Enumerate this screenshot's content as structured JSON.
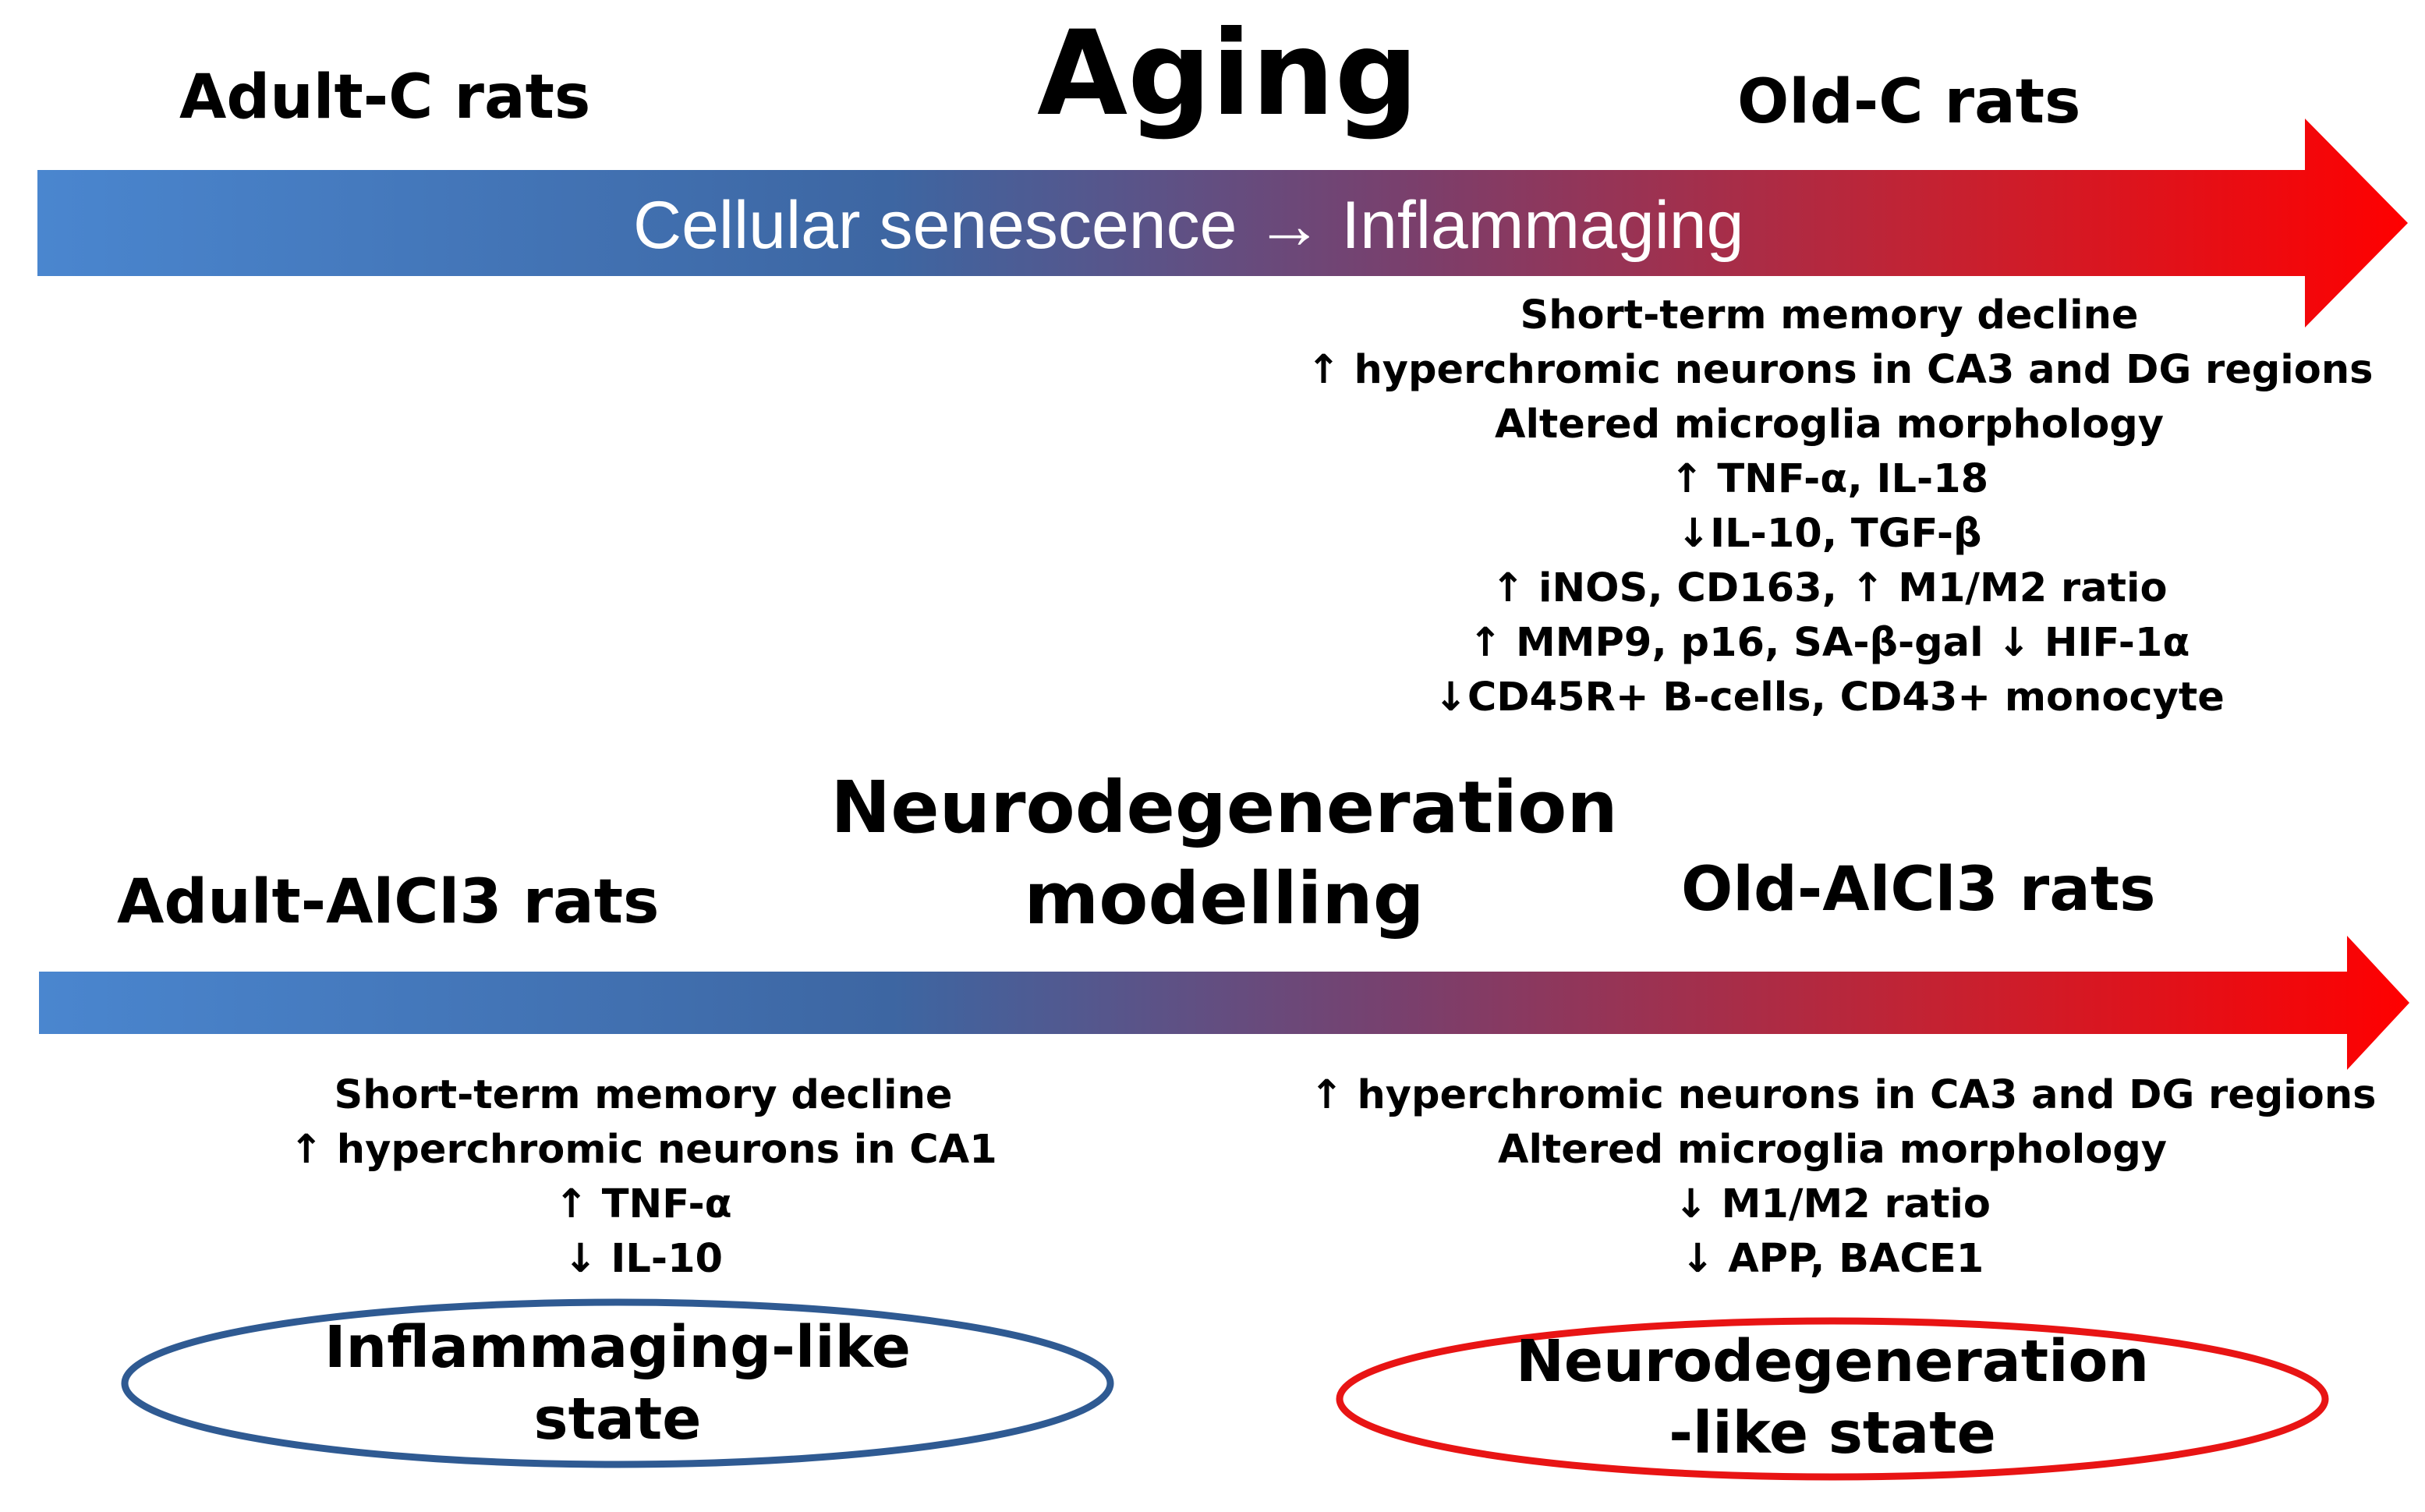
{
  "aging": {
    "title": "Aging",
    "left_label": "Adult-C rats",
    "right_label": "Old-C rats",
    "arrow_text": "Cellular senescence → Inflammaging",
    "findings": [
      "Short-term memory decline",
      "↑ hyperchromic neurons in CA3 and DG regions",
      "Altered microglia morphology",
      "↑ TNF-α, IL-18",
      "↓IL-10, TGF-β",
      "↑ iNOS,  CD163, ↑ M1/M2 ratio",
      "↑ MMP9, p16, SA-β-gal  ↓ HIF-1α",
      "↓CD45R+ B-cells, CD43+ monocyte"
    ]
  },
  "neuro": {
    "title_line1": "Neurodegeneration",
    "title_line2": "modelling",
    "left_label": "Adult-AlCl3 rats",
    "right_label": "Old-AlCl3 rats",
    "left_findings": [
      "Short-term memory decline",
      "↑ hyperchromic neurons in CA1",
      "↑ TNF-α",
      "↓ IL-10"
    ],
    "right_findings": [
      "↑ hyperchromic neurons in CA3 and DG regions",
      "Altered microglia morphology",
      "↓ M1/M2 ratio",
      "↓ APP, BACE1"
    ],
    "left_state": [
      "Inflammaging-like",
      "state"
    ],
    "right_state": [
      "Neurodegeneration",
      "-like state"
    ]
  },
  "colors": {
    "gradient_start": "#4a86cf",
    "gradient_mid": "#3d66a2",
    "gradient_end": "#ff0000",
    "left_ellipse": "#2f5a92",
    "right_ellipse": "#e81414"
  }
}
